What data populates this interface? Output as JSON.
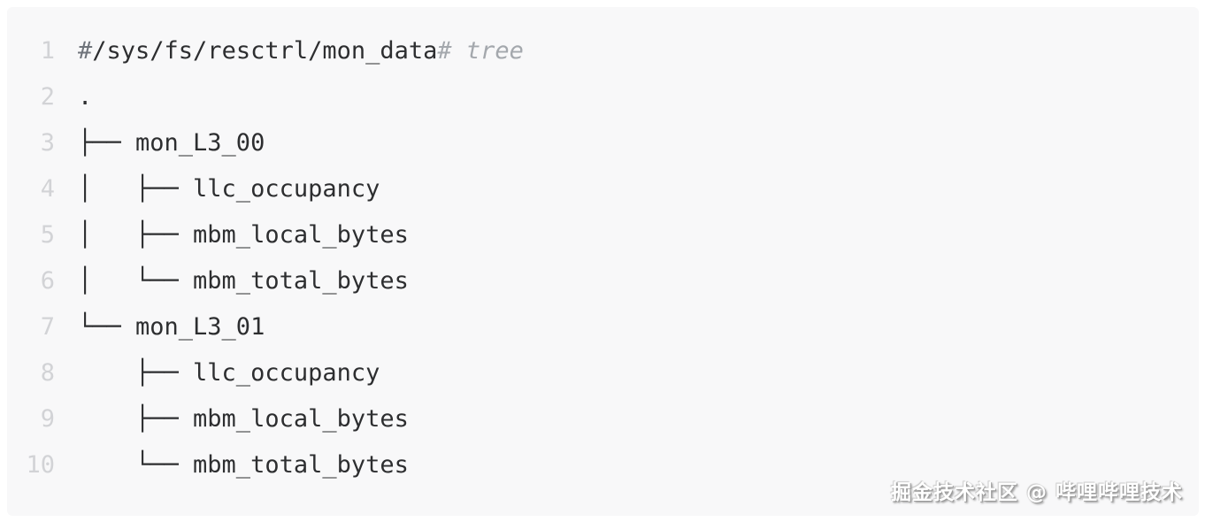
{
  "code_block": {
    "language_hint": "shell-tree-output",
    "lines": [
      {
        "number": "1",
        "segments": [
          {
            "style": "prompt",
            "text": "#"
          },
          {
            "style": "code",
            "text": "/sys/fs/resctrl/mon_data"
          },
          {
            "style": "comment",
            "text": "# tree"
          }
        ]
      },
      {
        "number": "2",
        "segments": [
          {
            "style": "code",
            "text": "."
          }
        ]
      },
      {
        "number": "3",
        "segments": [
          {
            "style": "code",
            "text": "├── mon_L3_00"
          }
        ]
      },
      {
        "number": "4",
        "segments": [
          {
            "style": "code",
            "text": "│   ├── llc_occupancy"
          }
        ]
      },
      {
        "number": "5",
        "segments": [
          {
            "style": "code",
            "text": "│   ├── mbm_local_bytes"
          }
        ]
      },
      {
        "number": "6",
        "segments": [
          {
            "style": "code",
            "text": "│   └── mbm_total_bytes"
          }
        ]
      },
      {
        "number": "7",
        "segments": [
          {
            "style": "code",
            "text": "└── mon_L3_01"
          }
        ]
      },
      {
        "number": "8",
        "segments": [
          {
            "style": "code",
            "text": "    ├── llc_occupancy"
          }
        ]
      },
      {
        "number": "9",
        "segments": [
          {
            "style": "code",
            "text": "    ├── mbm_local_bytes"
          }
        ]
      },
      {
        "number": "10",
        "segments": [
          {
            "style": "code",
            "text": "    └── mbm_total_bytes"
          }
        ]
      }
    ]
  },
  "watermark": {
    "text": "掘金技术社区 @ 哔哩哔哩技术"
  },
  "colors": {
    "page_background": "#ffffff",
    "block_background": "#f8f8f9",
    "code_text": "#2d2e30",
    "prompt_hash": "#6f747b",
    "comment_text": "#a4a8ad",
    "line_number": "#d2d3d6",
    "watermark_text": "#ffffff",
    "watermark_shadow": "#969696"
  }
}
